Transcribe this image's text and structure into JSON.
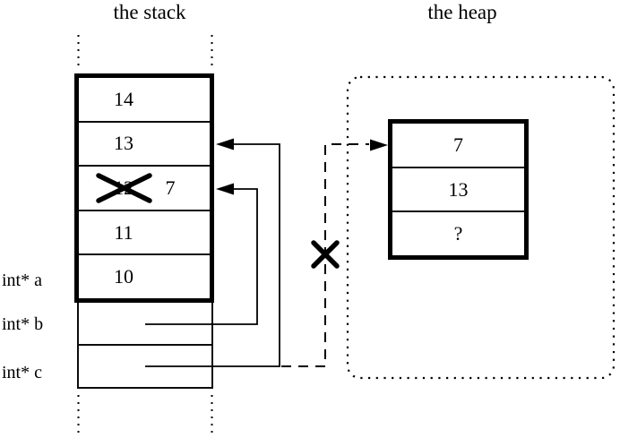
{
  "titles": {
    "stack": "the stack",
    "heap": "the heap"
  },
  "stack": {
    "cells": [
      {
        "value": "14"
      },
      {
        "value": "13"
      },
      {
        "value": "12",
        "crossed_out": true,
        "new_value": "7"
      },
      {
        "value": "11"
      },
      {
        "value": "10"
      }
    ]
  },
  "pointer_labels": {
    "a": "int* a",
    "b": "int* b",
    "c": "int* c"
  },
  "heap": {
    "cells": [
      "7",
      "13",
      "?"
    ]
  },
  "icons": {
    "cross_out": "x-icon",
    "dangling_cross": "x-icon",
    "arrowhead_left": "left-arrowhead-icon",
    "arrowhead_right": "right-arrowhead-icon"
  },
  "colors": {
    "ink": "#000000",
    "background": "#ffffff"
  }
}
